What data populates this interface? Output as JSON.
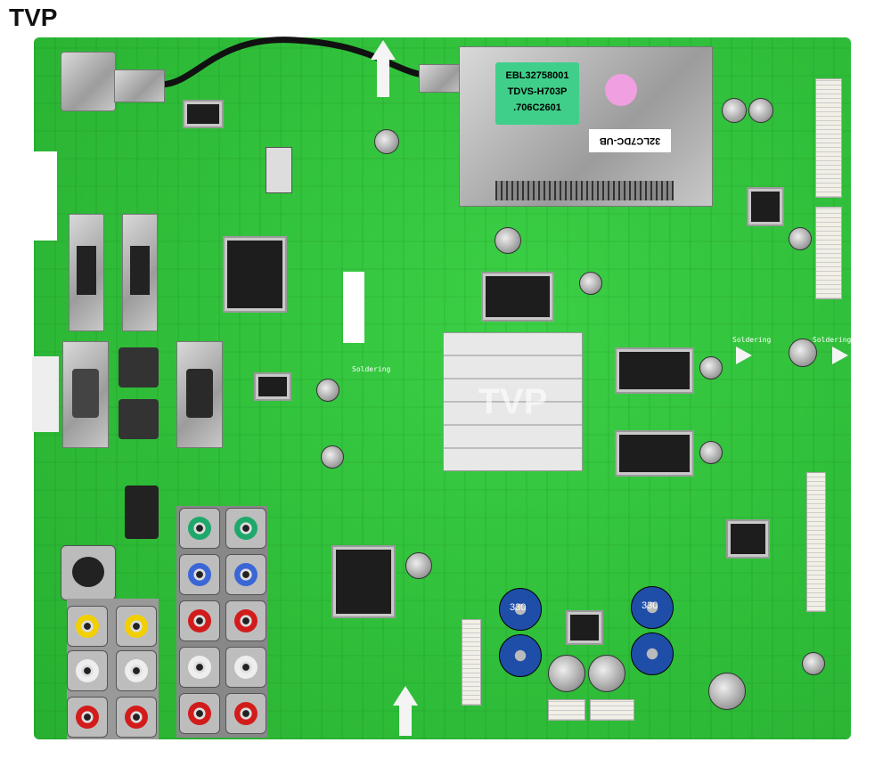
{
  "watermark": "TVP",
  "center_watermark": "TVP",
  "tuner": {
    "label_line1": "EBL32758001",
    "label_line2": "TDVS-H703P",
    "label_line3": ".706C2601",
    "sticker": "32LC7DC-UB"
  },
  "silkscreen": {
    "soldering_1": "Soldering",
    "soldering_2": "Soldering",
    "soldering_3": "Soldering"
  },
  "capacitor_values": {
    "bulk": "330"
  },
  "colors": {
    "board": "#2fc23a",
    "tuner_label": "#3fcf8a",
    "rca_red": "#d21c1c",
    "rca_yellow": "#f2d000",
    "rca_white": "#eeeeee",
    "rca_green": "#1fa86b",
    "rca_blue": "#3a66d6"
  }
}
